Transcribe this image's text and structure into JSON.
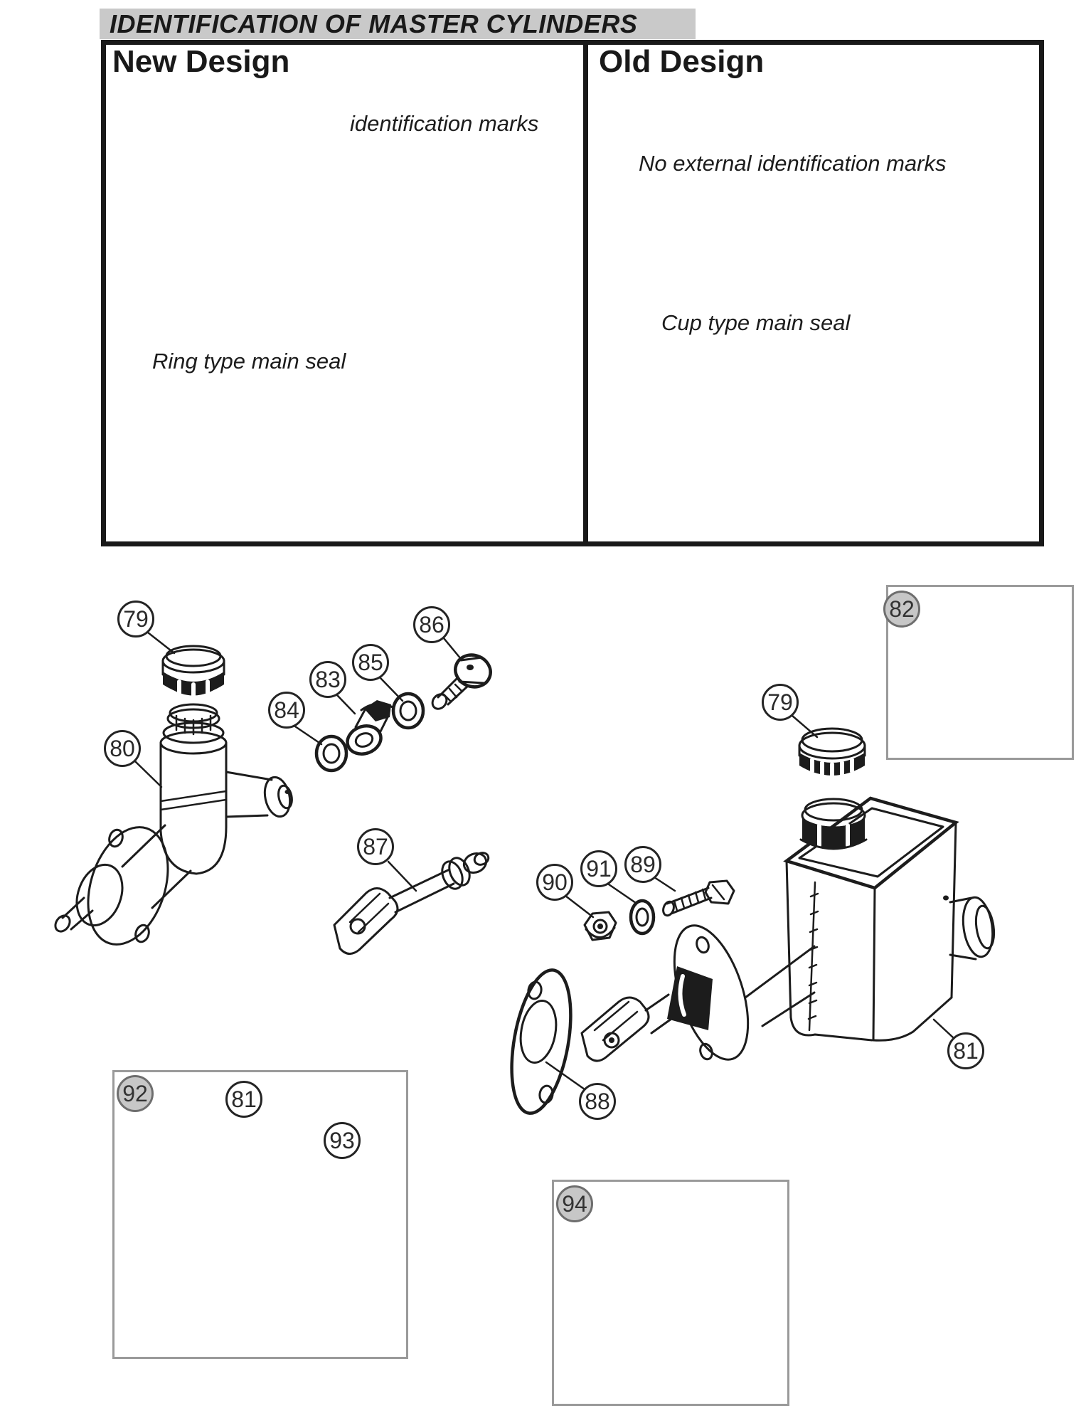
{
  "title": "IDENTIFICATION OF MASTER CYLINDERS",
  "panels": {
    "new_design": {
      "heading": "New Design",
      "identification_label": "identification marks",
      "seal_label": "Ring type main seal"
    },
    "old_design": {
      "heading": "Old Design",
      "no_marks_label": "No external identification marks",
      "seal_label": "Cup type main seal"
    }
  },
  "callouts": {
    "c79_left": "79",
    "c80": "80",
    "c83": "83",
    "c84": "84",
    "c85": "85",
    "c86": "86",
    "c82": "82",
    "c79_right": "79",
    "c87": "87",
    "c88": "88",
    "c89": "89",
    "c90": "90",
    "c91": "91",
    "c81_right": "81",
    "c92": "92",
    "c81_inset": "81",
    "c93": "93",
    "c94": "94"
  },
  "colors": {
    "title_bar_bg": "#c9c9c9",
    "ink": "#1c1c1c",
    "inset_border": "#9a9a9a",
    "gray_badge_fill": "#c7c7c7"
  }
}
